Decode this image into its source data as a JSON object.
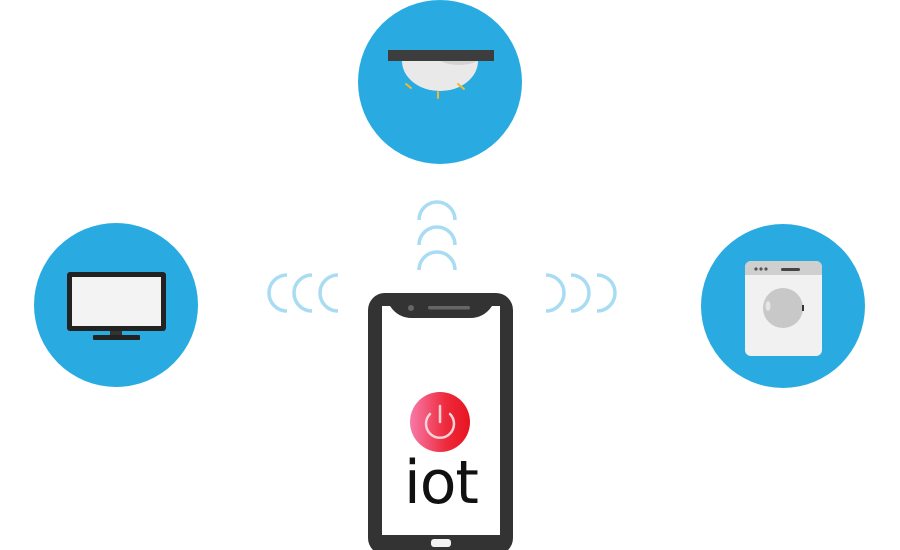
{
  "phone": {
    "screen_label": "iot"
  },
  "devices": [
    "ceiling-light",
    "television",
    "washing-machine"
  ],
  "colors": {
    "circle": "#29abe2",
    "wave": "#a8dcf3",
    "phone_body": "#333333",
    "power_button": "#e8192c",
    "light_rays": "#f5b82e"
  }
}
